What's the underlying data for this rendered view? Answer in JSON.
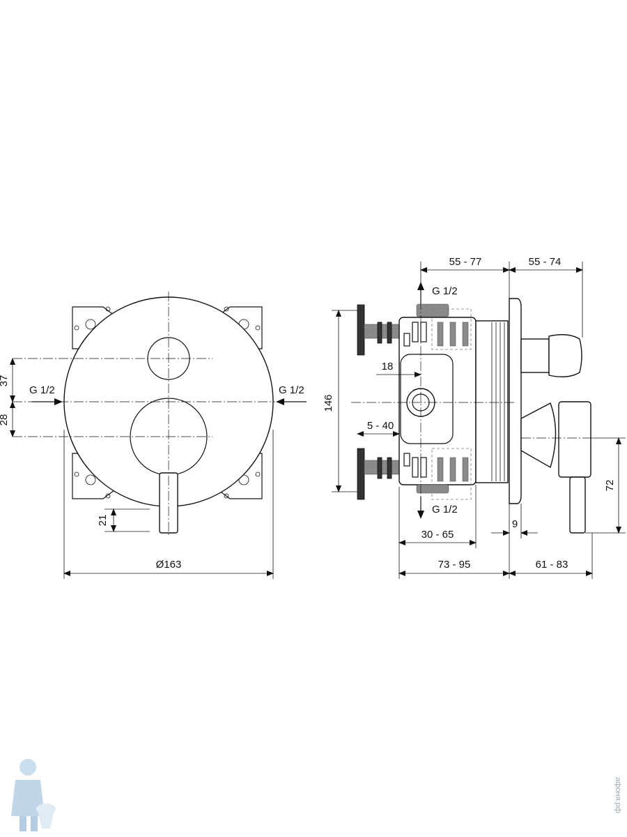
{
  "dimensions": {
    "front": {
      "dim_37": "37",
      "dim_28": "28",
      "inlet_left": "G 1/2",
      "inlet_right": "G 1/2",
      "dim_21": "21",
      "diameter": "Ø163"
    },
    "side": {
      "dim_55_77": "55 - 77",
      "dim_55_74": "55 - 74",
      "outlet_top": "G 1/2",
      "outlet_bottom": "G 1/2",
      "dim_146": "146",
      "dim_18": "18",
      "dim_5_40": "5 - 40",
      "dim_30_65": "30 - 65",
      "dim_9": "9",
      "dim_72": "72",
      "dim_73_95": "73 - 95",
      "dim_61_83": "61 - 83"
    }
  },
  "watermark": {
    "text": "афоня.рф",
    "icon": "plumber-mascot-icon"
  }
}
